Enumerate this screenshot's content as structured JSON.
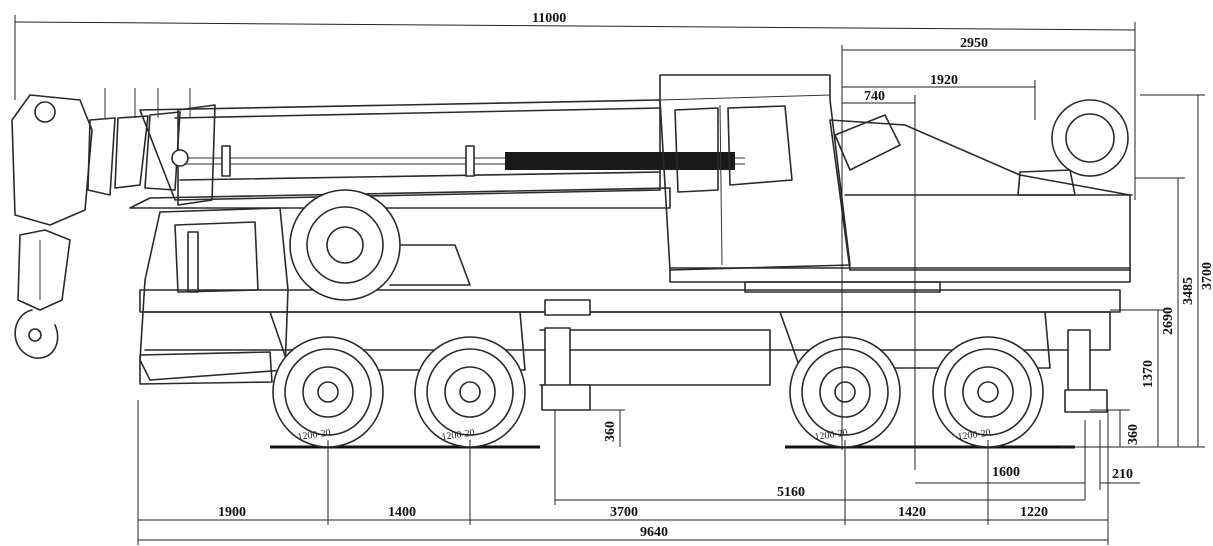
{
  "dimensions": {
    "overall_length": "11000",
    "cabin_to_rear": "2950",
    "counterweight_offset": "1920",
    "boom_pivot_offset": "740",
    "height_total": "3700",
    "height_boom_pivot": "3485",
    "height_deck": "2690",
    "height_frame": "1370",
    "clearance_front": "360",
    "clearance_rear": "360",
    "rear_overhang_small": "210",
    "rear_axle_offset": "1600",
    "front_overhang": "1900",
    "front_axle_spacing": "1400",
    "outrigger_front_to_rear_axle": "3700",
    "outrigger_span": "5160",
    "rear_axle_spacing": "1420",
    "rear_overhang": "1220",
    "wheelbase_total": "9640"
  },
  "tire_labels": [
    "1200-20",
    "1200-20",
    "1200-20",
    "1200-20"
  ]
}
